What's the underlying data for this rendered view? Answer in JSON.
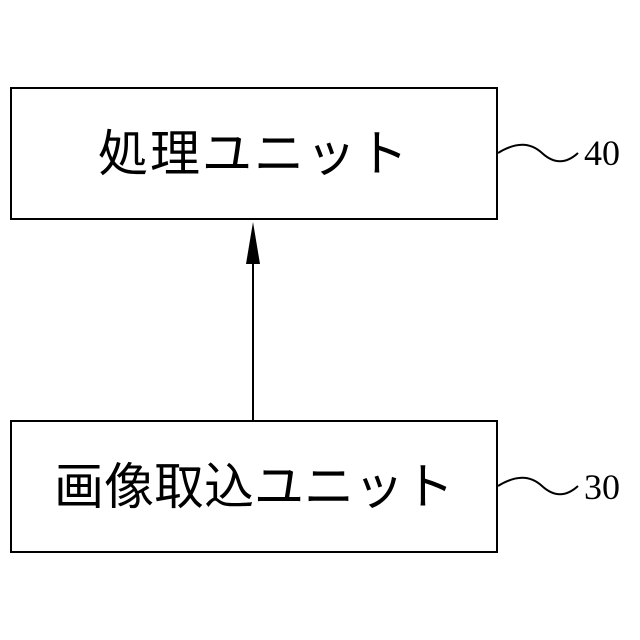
{
  "blocks": {
    "processing": {
      "label": "処理ユニット",
      "ref": "40"
    },
    "capture": {
      "label": "画像取込ユニット",
      "ref": "30"
    }
  },
  "connections": [
    {
      "from": "capture",
      "to": "processing",
      "arrow": "to"
    }
  ],
  "colors": {
    "stroke": "#000000",
    "background": "#ffffff"
  }
}
